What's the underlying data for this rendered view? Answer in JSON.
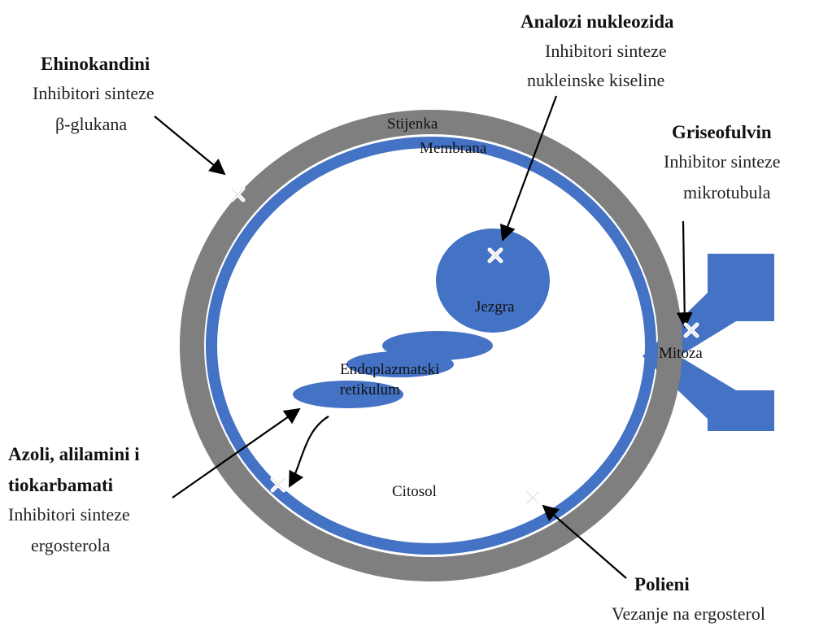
{
  "labels": {
    "wall": "Stijenka",
    "membrane": "Membrana",
    "nucleus": "Jezgra",
    "er_line1": "Endoplazmatski",
    "er_line2": "retikulum",
    "cytosol": "Citosol",
    "mitosis": "Mitoza"
  },
  "drug_classes": {
    "echinocandins": {
      "name": "Ehinokandini",
      "action_line1": "Inhibitori sinteze",
      "action_line2": "β-glukana"
    },
    "nucleoside": {
      "name": "Analozi nukleozida",
      "action_line1": "Inhibitori sinteze",
      "action_line2": "nukleinske kiseline"
    },
    "griseofulvin": {
      "name": "Griseofulvin",
      "action_line1": "Inhibitor sinteze",
      "action_line2": "mikrotubula"
    },
    "azoles": {
      "name_line1": "Azoli, alilamini i",
      "name_line2": "tiokarbamati",
      "action_line1": "Inhibitori sinteze",
      "action_line2": "ergosterola"
    },
    "polyenes": {
      "name": "Polieni",
      "action": "Vezanje na ergosterol"
    }
  },
  "colors": {
    "wall": "#7f7f7f",
    "membrane": "#4472c4",
    "organelle": "#4472c4",
    "arrow": "#000000",
    "marker_fill": "#ffffff"
  },
  "icons": {
    "target_marker": "x-cross-icon",
    "mitosis_symbol": "double-arrow-icon"
  }
}
